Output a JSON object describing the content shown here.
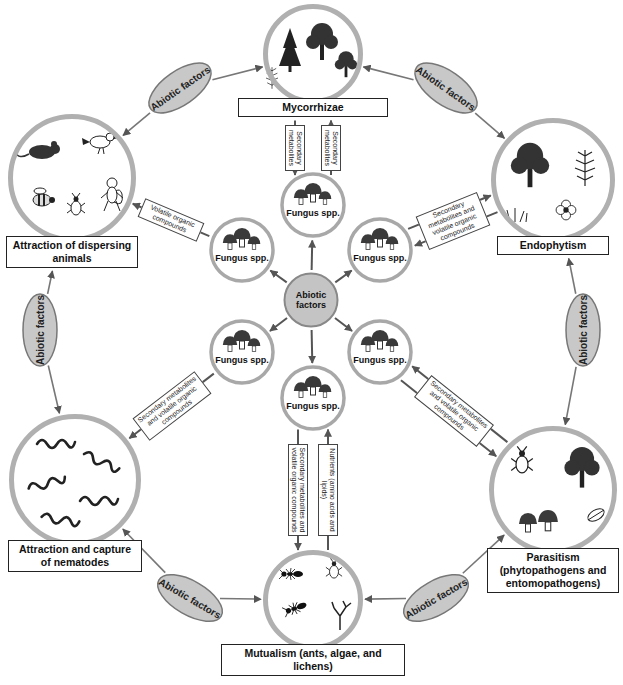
{
  "diagram": {
    "nodes": [
      {
        "text": [
          "Mycorrhizae"
        ]
      },
      {
        "text": [
          "Abiotic factors"
        ]
      },
      {
        "text": [
          "Abiotic factors"
        ]
      },
      {
        "text": [
          "Attraction of dispersing animals"
        ]
      },
      {
        "text": [
          "Endophytism"
        ]
      },
      {
        "text": [
          "Fungus spp."
        ]
      },
      {
        "text": [
          "Fungus spp."
        ]
      },
      {
        "text": [
          "Fungus spp."
        ]
      },
      {
        "text": [
          "Abiotic factors"
        ]
      },
      {
        "text": [
          "Abiotic factors"
        ]
      },
      {
        "text": [
          "Abiotic factors"
        ]
      },
      {
        "text": [
          "Fungus spp."
        ]
      },
      {
        "text": [
          "Fungus spp."
        ]
      },
      {
        "text": [
          "Fungus spp."
        ]
      },
      {
        "text": [
          "Attraction and capture of nematodes"
        ]
      },
      {
        "text": [
          "Parasitism (phytopathogens and entomopathogens)"
        ]
      },
      {
        "text": [
          "Abiotic factors"
        ]
      },
      {
        "text": [
          "Abiotic factors"
        ]
      },
      {
        "text": [
          "Mutualism (ants, algae, and lichens)"
        ]
      }
    ],
    "edges": [
      {
        "from": 1,
        "to": 0,
        "arrow": "to"
      },
      {
        "from": 1,
        "to": 3,
        "arrow": "to"
      },
      {
        "from": 2,
        "to": 0,
        "arrow": "to"
      },
      {
        "from": 2,
        "to": 4,
        "arrow": "to"
      },
      {
        "from": 0,
        "to": 5,
        "label": "Secondary metabolites",
        "arrow": "to"
      },
      {
        "from": 5,
        "to": 0,
        "label": "Secondary metabolites",
        "arrow": "to"
      },
      {
        "from": 8,
        "to": 5,
        "arrow": "to"
      },
      {
        "from": 8,
        "to": 6,
        "arrow": "to"
      },
      {
        "from": 8,
        "to": 7,
        "arrow": "to"
      },
      {
        "from": 6,
        "to": 3,
        "label": "Volatile organic compounds",
        "arrow": "to"
      },
      {
        "from": 7,
        "to": 4,
        "label": "Secondary metabolites and volatile organic compounds",
        "arrow": "to"
      },
      {
        "from": 4,
        "to": 7,
        "arrow": "to"
      },
      {
        "from": 9,
        "to": 3,
        "arrow": "to"
      },
      {
        "from": 9,
        "to": 14,
        "arrow": "to"
      },
      {
        "from": 10,
        "to": 4,
        "arrow": "to"
      },
      {
        "from": 10,
        "to": 15,
        "arrow": "to"
      },
      {
        "from": 8,
        "to": 11,
        "arrow": "to"
      },
      {
        "from": 8,
        "to": 12,
        "arrow": "to"
      },
      {
        "from": 8,
        "to": 13,
        "arrow": "to"
      },
      {
        "from": 11,
        "to": 14,
        "label": "Secondary metabolites and volatile organic compounds",
        "arrow": "to"
      },
      {
        "from": 12,
        "to": 15,
        "label": "Secondary metabolites and volatile organic compounds",
        "arrow": "to"
      },
      {
        "from": 15,
        "to": 12,
        "arrow": "to"
      },
      {
        "from": 13,
        "to": 18,
        "label": "Secondary metabolites and volatile organic compounds",
        "arrow": "to"
      },
      {
        "from": 18,
        "to": 13,
        "label": "Nutrients (amino acids and lipids)",
        "arrow": "to"
      },
      {
        "from": 16,
        "to": 14,
        "arrow": "to"
      },
      {
        "from": 16,
        "to": 18,
        "arrow": "to"
      },
      {
        "from": 17,
        "to": 15,
        "arrow": "to"
      },
      {
        "from": 17,
        "to": 18,
        "arrow": "to"
      }
    ]
  }
}
